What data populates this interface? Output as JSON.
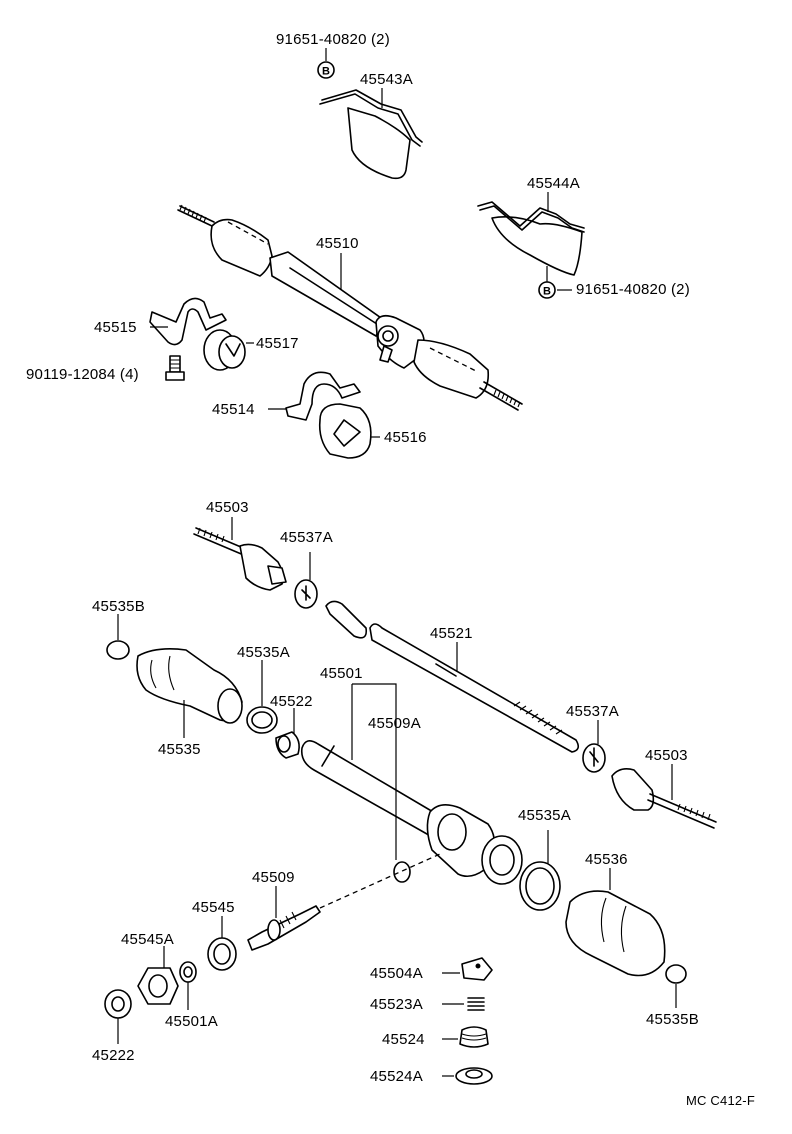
{
  "diagram": {
    "code": "MC C412-F",
    "badge_letter": "B",
    "parts": {
      "p91651_top": "91651-40820 (2)",
      "p45543A": "45543A",
      "p45544A": "45544A",
      "p91651_right": "91651-40820 (2)",
      "p45510": "45510",
      "p45515": "45515",
      "p45517": "45517",
      "p90119": "90119-12084 (4)",
      "p45514": "45514",
      "p45516": "45516",
      "p45503_top": "45503",
      "p45537A_top": "45537A",
      "p45535B_left": "45535B",
      "p45521": "45521",
      "p45535A_left": "45535A",
      "p45501": "45501",
      "p45522": "45522",
      "p45509A": "45509A",
      "p45535": "45535",
      "p45537A_right": "45537A",
      "p45503_right": "45503",
      "p45535A_right": "45535A",
      "p45536": "45536",
      "p45509": "45509",
      "p45545": "45545",
      "p45545A": "45545A",
      "p45504A": "45504A",
      "p45523A": "45523A",
      "p45524": "45524",
      "p45524A": "45524A",
      "p45501A": "45501A",
      "p45222": "45222",
      "p45535B_right": "45535B"
    }
  }
}
